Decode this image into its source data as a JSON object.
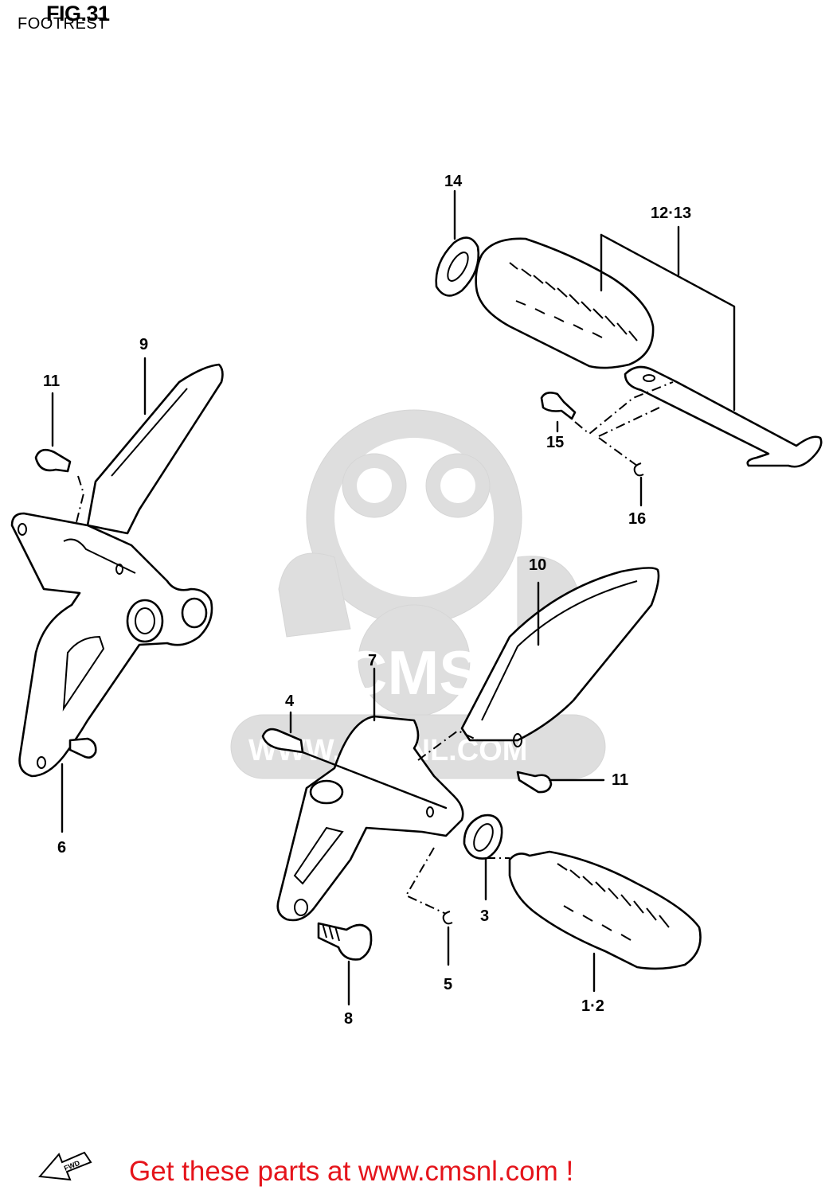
{
  "figure": {
    "title": "FIG.31",
    "subtitle": "FOOTREST"
  },
  "callouts": {
    "c14": "14",
    "c12_13": "12·13",
    "c9": "9",
    "c11_left": "11",
    "c15": "15",
    "c16": "16",
    "c10": "10",
    "c7": "7",
    "c4": "4",
    "c11_right": "11",
    "c6": "6",
    "c3": "3",
    "c5": "5",
    "c8": "8",
    "c1_2": "1·2"
  },
  "watermark": {
    "brand": "CMS",
    "url": "WWW.CMSNL.COM"
  },
  "fwd_arrow": {
    "label": "FWD"
  },
  "banner": {
    "text": "Get these parts at www.cmsnl.com !",
    "color": "#e5141b"
  }
}
